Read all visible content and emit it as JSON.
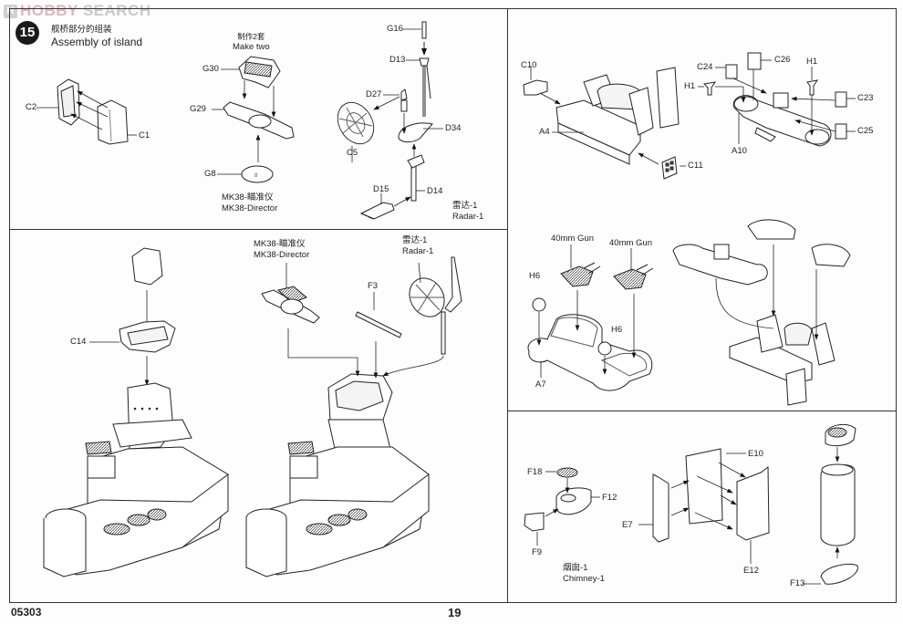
{
  "watermark": {
    "logo": "H",
    "brand_first": "HOBBY",
    "brand_second": " SEARCH"
  },
  "step": {
    "number": "15",
    "title_zh": "舰桥部分的组装",
    "title_en": "Assembly of island"
  },
  "panels": {
    "top_left": {
      "labels": {
        "C2": "C2",
        "C1": "C1",
        "G30": "G30",
        "G29": "G29",
        "G8": "G8",
        "C5": "C5",
        "G16": "G16",
        "D13": "D13",
        "D27": "D27",
        "D34": "D34",
        "D15": "D15",
        "D14": "D14"
      },
      "make_two_zh": "制作2套",
      "make_two_en": "Make two",
      "director_zh": "MK38-瞄准仪",
      "director_en": "MK38-Director",
      "radar_zh": "雷达-1",
      "radar_en": "Radar-1"
    },
    "top_right": {
      "labels": {
        "C10": "C10",
        "A4": "A4",
        "C11": "C11",
        "C24": "C24",
        "C26": "C26",
        "H1a": "H1",
        "H1b": "H1",
        "C23": "C23",
        "C25": "C25",
        "A10": "A10"
      }
    },
    "middle_right": {
      "gun_label_1": "40mm Gun",
      "gun_label_2": "40mm Gun",
      "labels": {
        "H6a": "H6",
        "H6b": "H6",
        "A7": "A7"
      }
    },
    "bottom_left": {
      "labels": {
        "C14": "C14",
        "F3": "F3"
      },
      "director_zh": "MK38-瞄准仪",
      "director_en": "MK38-Director",
      "radar_zh": "雷达-1",
      "radar_en": "Radar-1"
    },
    "bottom_right": {
      "labels": {
        "F18": "F18",
        "F12": "F12",
        "F9": "F9",
        "E10": "E10",
        "E7": "E7",
        "E12": "E12",
        "F13": "F13"
      },
      "chimney_zh": "烟囱-1",
      "chimney_en": "Chimney-1"
    }
  },
  "footer": {
    "product_code": "05303",
    "page_number": "19"
  }
}
